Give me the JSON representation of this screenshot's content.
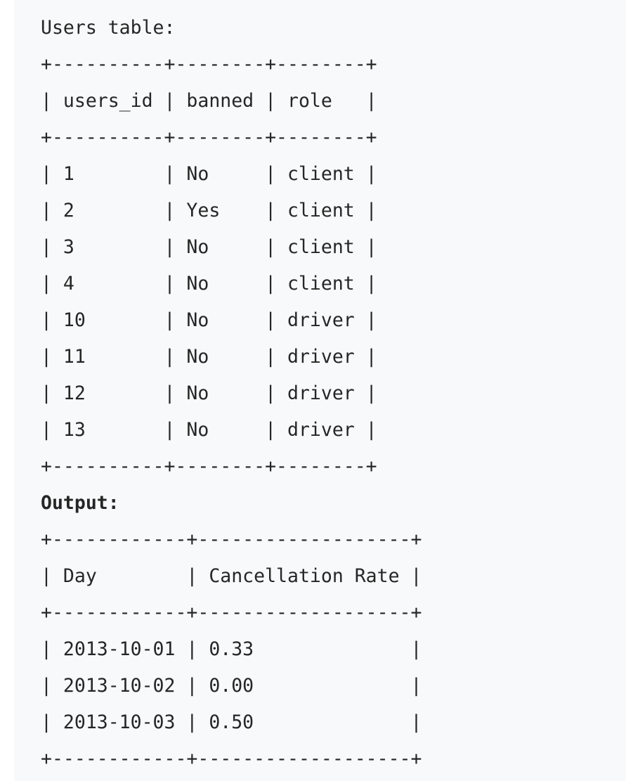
{
  "users_title": "Users table:",
  "users_table_lines": [
    "+----------+--------+--------+",
    "| users_id | banned | role   |",
    "+----------+--------+--------+",
    "| 1        | No     | client |",
    "| 2        | Yes    | client |",
    "| 3        | No     | client |",
    "| 4        | No     | client |",
    "| 10       | No     | driver |",
    "| 11       | No     | driver |",
    "| 12       | No     | driver |",
    "| 13       | No     | driver |",
    "+----------+--------+--------+"
  ],
  "output_label": "Output:",
  "output_table_lines": [
    "+------------+-------------------+",
    "| Day        | Cancellation Rate |",
    "+------------+-------------------+",
    "| 2013-10-01 | 0.33              |",
    "| 2013-10-02 | 0.00              |",
    "| 2013-10-03 | 0.50              |",
    "+------------+-------------------+"
  ]
}
